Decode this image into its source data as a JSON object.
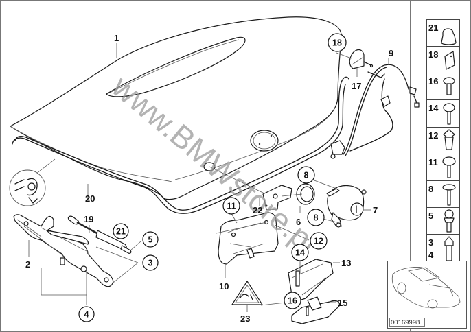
{
  "diagram": {
    "title": "Trunk lid / single parts",
    "watermark": "www.BMWstore.pl",
    "diagram_code": "00169998",
    "callouts": {
      "c1": "1",
      "c2": "2",
      "c3": "3",
      "c4": "4",
      "c5": "5",
      "c6": "6",
      "c7": "7",
      "c8a": "8",
      "c8b": "8",
      "c9": "9",
      "c10": "10",
      "c11": "11",
      "c12": "12",
      "c13": "13",
      "c14": "14",
      "c15": "15",
      "c16": "16",
      "c17": "17",
      "c18": "18",
      "c19": "19",
      "c20": "20",
      "c21": "21",
      "c22": "22",
      "c23": "23"
    },
    "side_panel": [
      {
        "label": "21",
        "part": "cap-nut"
      },
      {
        "label": "18",
        "part": "clip"
      },
      {
        "label": "16",
        "part": "screw"
      },
      {
        "label": "14",
        "part": "screw"
      },
      {
        "label": "12",
        "part": "spring-nut"
      },
      {
        "label": "11",
        "part": "screw"
      },
      {
        "label": "8",
        "part": "screw"
      },
      {
        "label": "5",
        "part": "ball-stud"
      },
      {
        "label": "3",
        "label2": "4",
        "part": "bolt"
      }
    ],
    "thumbnail": "car-overview"
  }
}
